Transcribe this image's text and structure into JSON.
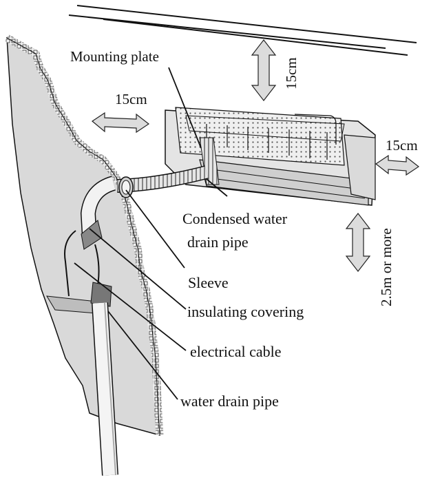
{
  "labels": {
    "mounting_plate": "Mounting plate",
    "clearance_top": "15cm",
    "clearance_left": "15cm",
    "clearance_right": "15cm",
    "clearance_floor": "2.5m or more",
    "condensed_line1": "Condensed water",
    "condensed_line2": "drain pipe",
    "sleeve": "Sleeve",
    "insulating_covering": "insulating covering",
    "electrical_cable": "electrical cable",
    "water_drain_pipe": "water drain pipe"
  },
  "colors": {
    "line": "#111111",
    "wall_fill": "#d9d9d9",
    "unit_fill": "#e4e4e4",
    "arrow_fill": "#dcdcdc"
  }
}
